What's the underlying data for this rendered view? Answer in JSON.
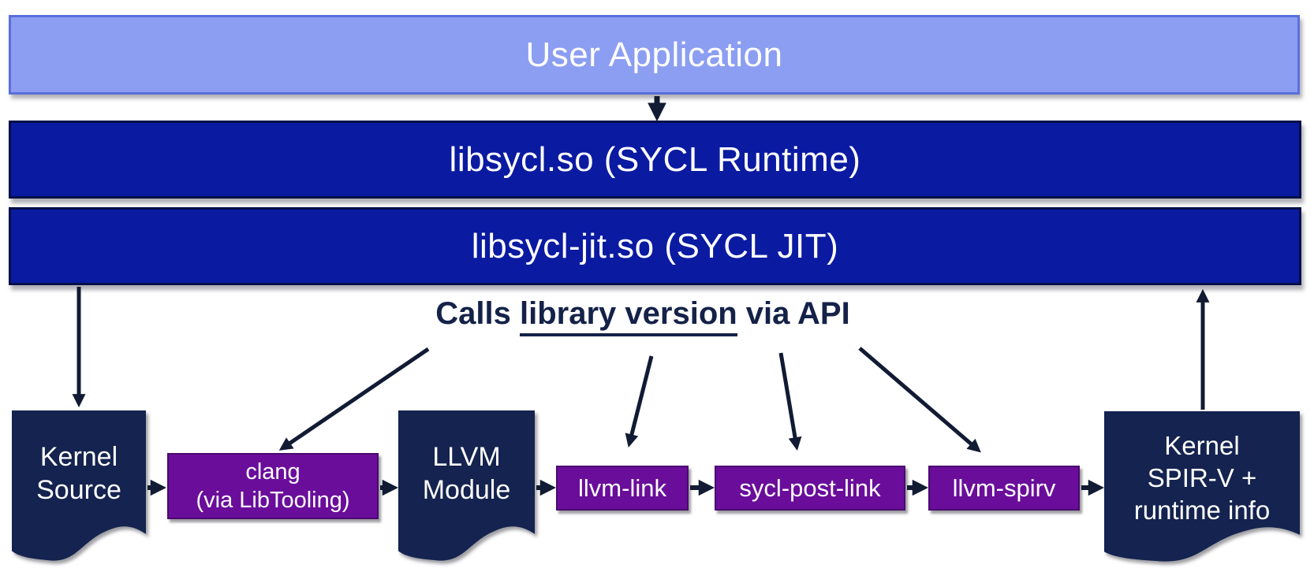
{
  "layers": {
    "user_app": {
      "label": "User Application"
    },
    "runtime": {
      "label": "libsycl.so (SYCL Runtime)"
    },
    "jit": {
      "label": "libsycl-jit.so (SYCL JIT)"
    }
  },
  "caption": {
    "prefix": "Calls ",
    "underlined": "library version",
    "suffix": " via API"
  },
  "pipeline": {
    "kernel_source": {
      "lines": [
        "Kernel",
        "Source"
      ]
    },
    "clang": {
      "lines": [
        "clang",
        "(via LibTooling)"
      ]
    },
    "llvm_module": {
      "lines": [
        "LLVM",
        "Module"
      ]
    },
    "llvm_link": {
      "label": "llvm-link"
    },
    "sycl_post_link": {
      "label": "sycl-post-link"
    },
    "llvm_spirv": {
      "label": "llvm-spirv"
    },
    "kernel_spirv": {
      "lines": [
        "Kernel",
        "SPIR-V +",
        "runtime info"
      ]
    }
  },
  "colors": {
    "layer_light_fill": "#8c9ef2",
    "layer_light_border": "#5b6fdd",
    "layer_dark_fill": "#0a1aa1",
    "layer_dark_border": "#041047",
    "doc_fill": "#14234f",
    "tool_fill": "#6a0d9b",
    "tool_border": "#4a0a6e",
    "arrow": "#111b33",
    "caption_text": "#142248",
    "text_on_fill": "#ffffff"
  }
}
